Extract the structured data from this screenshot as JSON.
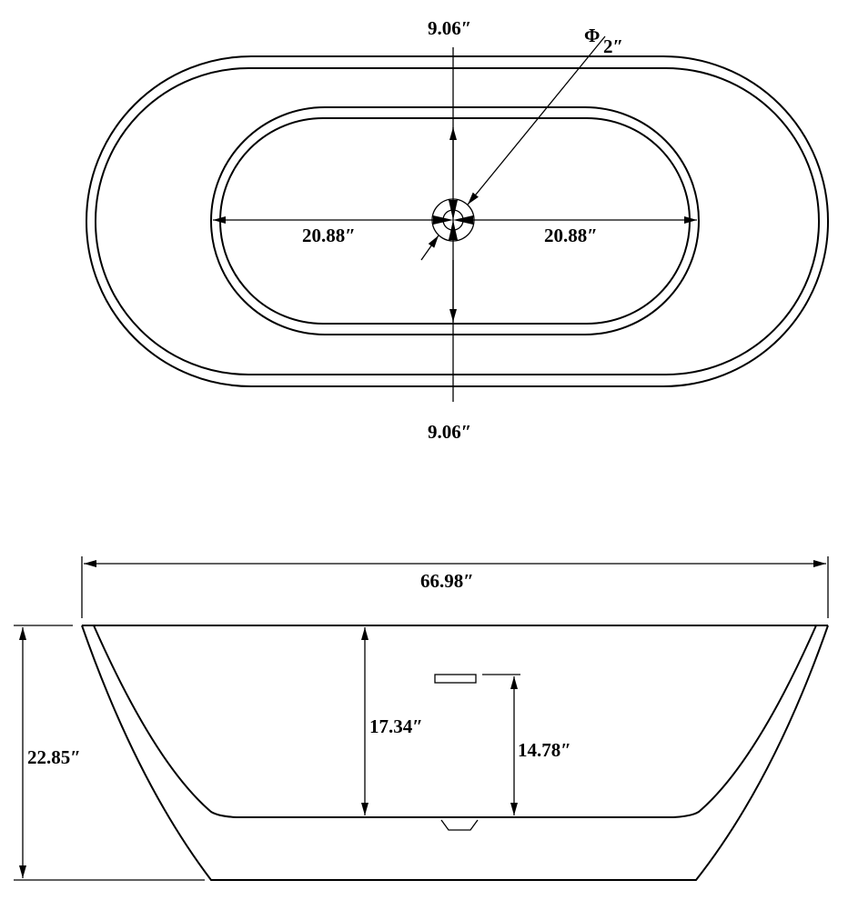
{
  "top_view": {
    "depth_top_label": "9.06″",
    "depth_bottom_label": "9.06″",
    "half_length_left_label": "20.88″",
    "half_length_right_label": "20.88″",
    "drain_diameter_symbol": "Φ",
    "drain_diameter_label": "2″"
  },
  "side_view": {
    "overall_length_label": "66.98″",
    "overall_height_label": "22.85″",
    "interior_depth_label": "17.34″",
    "overflow_height_label": "14.78″"
  }
}
